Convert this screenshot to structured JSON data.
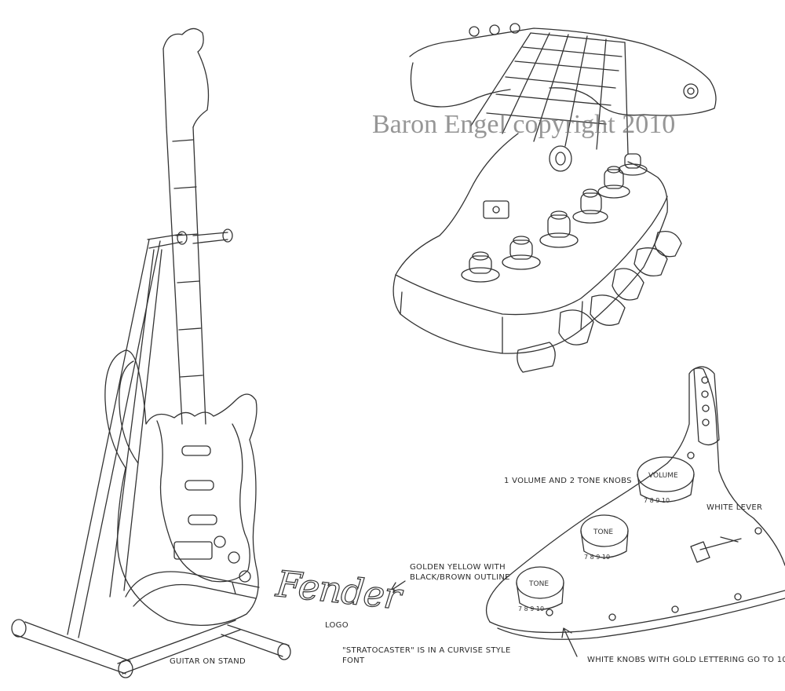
{
  "watermark": "Baron Engel copyright 2010",
  "logo": {
    "wordmark": "Fender",
    "label": "Logo",
    "color_note": "Golden yellow with Black/Brown outline",
    "stratocaster_note": "\"Stratocaster\" is in a curvise style font"
  },
  "notes": {
    "guitar_on_stand": "Guitar on stand",
    "knobs_count": "1 volume and 2 tone knobs",
    "white_lever": "White Lever",
    "white_knobs": "White knobs with Gold Lettering go to 10"
  },
  "knobs": {
    "volume": "VOLUME",
    "tone": "TONE",
    "scale": "7 8 9 10"
  },
  "colors": {
    "ink": "#333333",
    "paper": "#ffffff",
    "watermark": "#6e6e6e"
  }
}
